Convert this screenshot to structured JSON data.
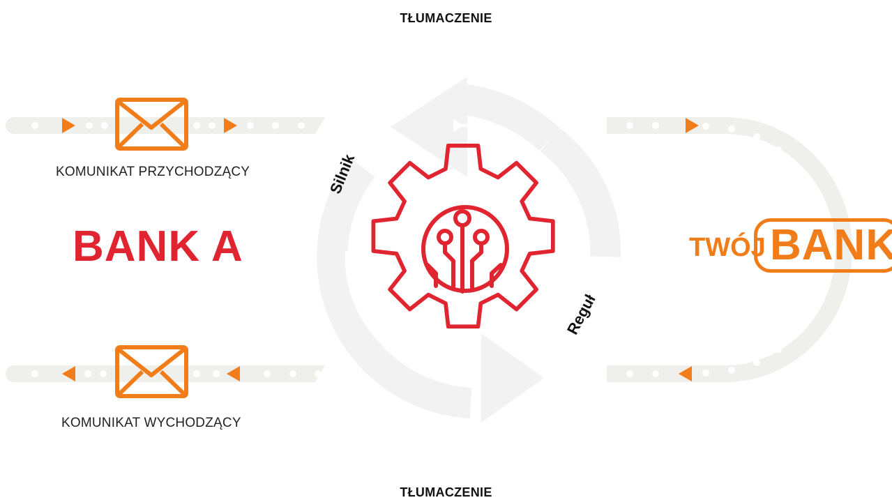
{
  "header": {
    "title_top": "TŁUMACZENIE",
    "title_bottom": "TŁUMACZENIE"
  },
  "left": {
    "incoming_label": "KOMUNIKAT PRZYCHODZĄCY",
    "outgoing_label": "KOMUNIKAT WYCHODZĄCY",
    "bank_name": "BANK A"
  },
  "right": {
    "prefix": "TWÓJ",
    "bank_word": "BANK"
  },
  "center": {
    "arc_label_left": "Silnik",
    "arc_label_right": "Reguł"
  },
  "colors": {
    "orange": "#f07d1a",
    "red": "#e02430",
    "track": "#efefeb",
    "dot": "#ffffff",
    "cycle": "#f2f2f2"
  },
  "icons": {
    "message": "envelope-icon",
    "engine": "gear-circuit-icon",
    "flow": "arrow-icon"
  }
}
